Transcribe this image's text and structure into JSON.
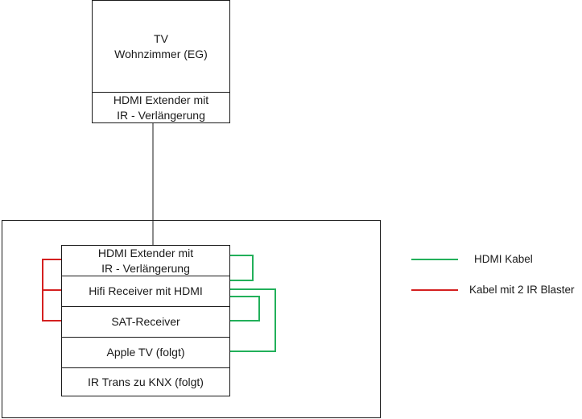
{
  "diagram": {
    "tv": {
      "title_line1": "TV",
      "title_line2": "Wohnzimmer (EG)",
      "extender": "HDMI Extender mit\nIR - Verlängerung"
    },
    "rack": {
      "devices": [
        "HDMI Extender mit\nIR - Verlängerung",
        "Hifi Receiver mit HDMI",
        "SAT-Receiver",
        "Apple TV (folgt)",
        "IR Trans zu KNX (folgt)"
      ]
    },
    "legend": {
      "items": [
        {
          "label": "HDMI Kabel",
          "color": "#22b05a"
        },
        {
          "label": "Kabel mit 2 IR Blaster",
          "color": "#d42020"
        }
      ]
    },
    "colors": {
      "hdmi": "#22b05a",
      "ir": "#d42020",
      "border": "#1a1a1a"
    }
  }
}
